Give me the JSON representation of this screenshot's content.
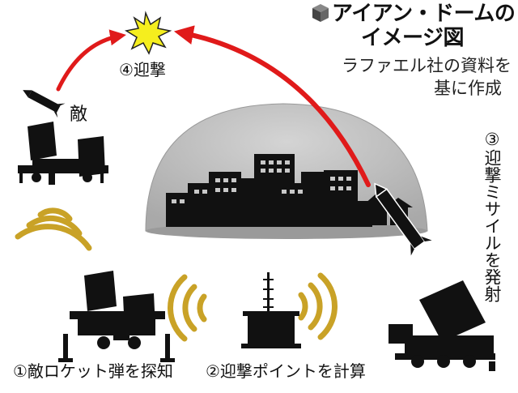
{
  "title": {
    "line1": "アイアン・ドームの",
    "line2": "イメージ図"
  },
  "source": {
    "line1": "ラファエル社の資料を",
    "line2": "基に作成"
  },
  "labels": {
    "enemy": "敵",
    "step1": "①敵ロケット弾を探知",
    "step2": "②迎撃ポイントを計算",
    "step3": "③迎撃ミサイルを発射",
    "step4": "④迎撃"
  },
  "icons": [
    "title-cube-icon",
    "explosion-icon",
    "enemy-rocket-icon",
    "enemy-launcher-icon",
    "radar-icon",
    "control-center-icon",
    "interceptor-missile-icon",
    "interceptor-launcher-icon",
    "signal-wave-icon",
    "trajectory-arrow-icon",
    "dome-icon",
    "city-icon"
  ],
  "colors": {
    "trajectory": "#e01a1a",
    "explosion": "#f5ee1e",
    "signal": "#c9a227",
    "dome": "#bfbfbf",
    "silhouette": "#111111"
  }
}
